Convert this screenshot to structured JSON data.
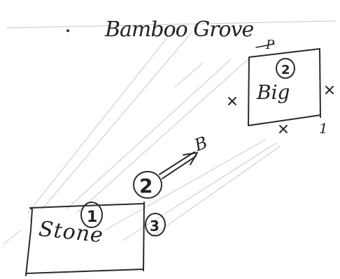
{
  "title": "Bamboo Grove",
  "stone": {
    "label": "Stone",
    "badge": "1"
  },
  "big": {
    "label": "Big",
    "badge": "2",
    "corner_number": "1",
    "tag": "P"
  },
  "junction": {
    "label": "2"
  },
  "side_marker": {
    "label": "3"
  },
  "arrow_tag": {
    "label": "B"
  },
  "colors": {
    "ink": "#2a2a2a",
    "faint_trace": "#9a9a9a",
    "paper": "#ffffff"
  }
}
